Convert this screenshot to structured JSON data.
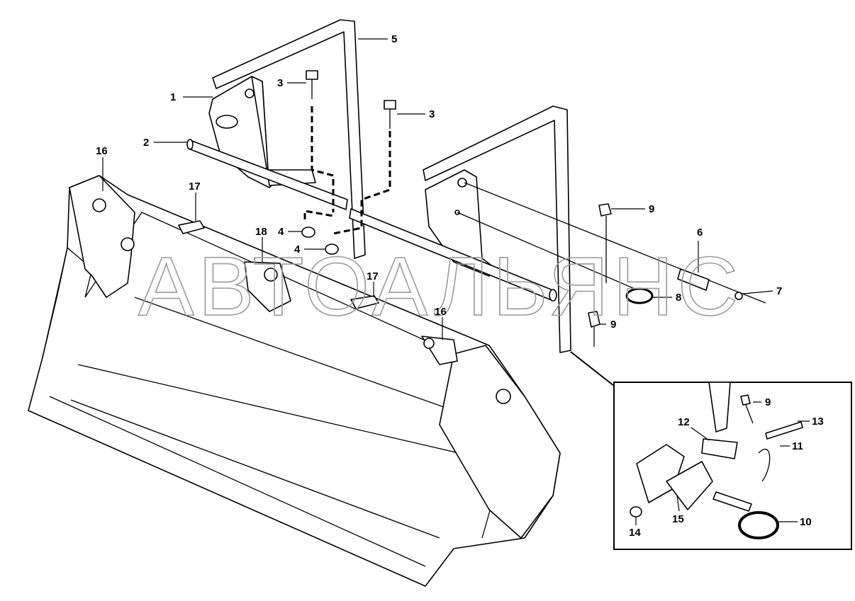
{
  "watermark": "АВТОАЛЬЯНС",
  "callouts": {
    "c1": "1",
    "c2": "2",
    "c3a": "3",
    "c3b": "3",
    "c4a": "4",
    "c4b": "4",
    "c5": "5",
    "c6": "6",
    "c7": "7",
    "c8": "8",
    "c9a": "9",
    "c9b": "9",
    "c16a": "16",
    "c16b": "16",
    "c17a": "17",
    "c17b": "17",
    "c18": "18",
    "i9": "9",
    "i10": "10",
    "i11": "11",
    "i12": "12",
    "i13": "13",
    "i14": "14",
    "i15": "15"
  }
}
